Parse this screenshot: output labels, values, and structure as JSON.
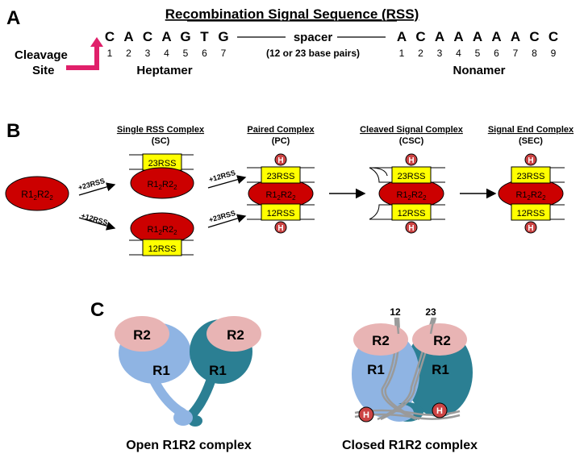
{
  "panel_a": {
    "letter": "A",
    "title": "Recombination Signal Sequence (RSS)",
    "cleavage_label": [
      "Cleavage",
      "Site"
    ],
    "heptamer": {
      "bases": [
        "C",
        "A",
        "C",
        "A",
        "G",
        "T",
        "G"
      ],
      "positions": [
        "1",
        "2",
        "3",
        "4",
        "5",
        "6",
        "7"
      ],
      "label": "Heptamer"
    },
    "spacer_label": "spacer",
    "spacer_note": "(12  or 23 base pairs)",
    "nonamer": {
      "bases": [
        "A",
        "C",
        "A",
        "A",
        "A",
        "A",
        "A",
        "C",
        "C"
      ],
      "positions": [
        "1",
        "2",
        "3",
        "4",
        "5",
        "6",
        "7",
        "8",
        "9"
      ],
      "label": "Nonamer"
    }
  },
  "panel_b": {
    "letter": "B",
    "complexes": [
      {
        "title": "Single RSS Complex",
        "abbr": "(SC)"
      },
      {
        "title": "Paired Complex",
        "abbr": "(PC)"
      },
      {
        "title": "Cleaved Signal Complex",
        "abbr": "(CSC)"
      },
      {
        "title": "Signal End Complex",
        "abbr": "(SEC)"
      }
    ],
    "protein": {
      "main": "R1",
      "sub1": "2",
      "mid": "R2",
      "sub2": "2"
    },
    "rss23": "23RSS",
    "rss12": "12RSS",
    "h_badge": "H",
    "arrows": {
      "add23": "+23RSS",
      "add12": "+12RSS"
    },
    "colors": {
      "protein": "#cc0000",
      "rss_box": "#ffff00",
      "badge": "#cc4444"
    }
  },
  "panel_c": {
    "letter": "C",
    "r1": "R1",
    "r2": "R2",
    "open_caption": "Open R1R2 complex",
    "closed_caption": "Closed R1R2 complex",
    "label_12": "12",
    "label_23": "23",
    "h_badge": "H",
    "colors": {
      "r2": "#e8b4b4",
      "r1_left": "#8fb4e3",
      "r1_right": "#2b7f93"
    }
  }
}
